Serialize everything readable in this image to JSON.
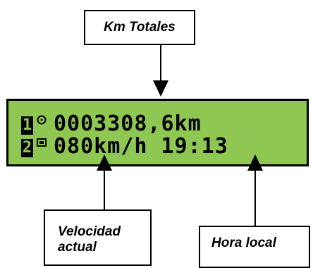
{
  "display": {
    "line1": {
      "number": "1",
      "icon": "clock-icon",
      "text": "0003308,6km"
    },
    "line2": {
      "number": "2",
      "icon": "card-icon",
      "text": "080km/h 19:13"
    }
  },
  "callouts": {
    "km_totales": "Km Totales",
    "velocidad_line1": "Velocidad",
    "velocidad_line2": "actual",
    "hora_local": "Hora local"
  },
  "colors": {
    "lcd_background": "#8fc753",
    "text": "#000000"
  }
}
